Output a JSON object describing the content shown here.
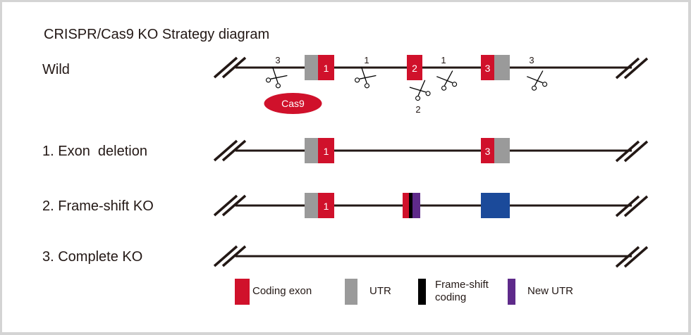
{
  "title": "CRISPR/Cas9 KO Strategy diagram",
  "colors": {
    "coding_exon": "#d0112b",
    "utr": "#9a9a9a",
    "frameshift_coding": "#000000",
    "new_utr": "#5e2a8a",
    "frameshift_exon3": "#1b4a9a",
    "line": "#231815"
  },
  "rows": [
    {
      "label": "Wild"
    },
    {
      "label": "1. Exon  deletion"
    },
    {
      "label": "2. Frame-shift KO"
    },
    {
      "label": "3. Complete KO"
    }
  ],
  "wild": {
    "exons": [
      {
        "number": "1",
        "utr_side": "left"
      },
      {
        "number": "2"
      },
      {
        "number": "3",
        "utr_side": "right"
      }
    ],
    "cut_sites": [
      {
        "label": "3",
        "position": "upstream-exon1"
      },
      {
        "label": "1",
        "position": "intron1"
      },
      {
        "label": "2",
        "position": "exon2"
      },
      {
        "label": "1",
        "position": "intron2"
      },
      {
        "label": "3",
        "position": "downstream-exon3"
      }
    ],
    "cas9_label": "Cas9"
  },
  "exon_deletion": {
    "exons": [
      {
        "number": "1"
      },
      {
        "number": "3"
      }
    ]
  },
  "frameshift": {
    "exons": [
      {
        "number": "1"
      }
    ]
  },
  "legend": [
    {
      "label": "Coding exon",
      "key": "coding_exon"
    },
    {
      "label": "UTR",
      "key": "utr"
    },
    {
      "label": "Frame-shift\ncoding",
      "key": "frameshift_coding"
    },
    {
      "label": "New UTR",
      "key": "new_utr"
    }
  ]
}
